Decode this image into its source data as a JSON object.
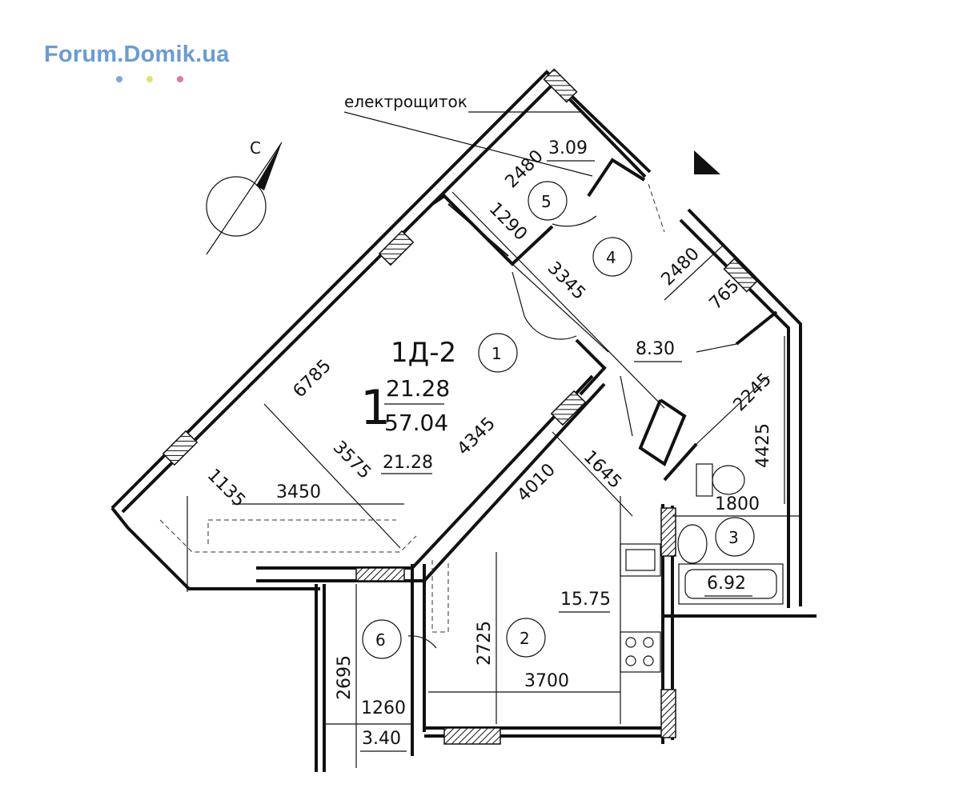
{
  "logo": {
    "text": "Forum.Domik.ua",
    "color": "#6b9bd2",
    "dot_colors": [
      "#7fa6d8",
      "#e3e36a",
      "#e07a9b"
    ]
  },
  "compass": {
    "letter": "С"
  },
  "annotation": {
    "panel": "електрощиток"
  },
  "apartment": {
    "code": "1Д-2",
    "rooms_count": "1",
    "living_area": "21.28",
    "total_area": "57.04"
  },
  "rooms": [
    {
      "number": "1",
      "area": "21.28"
    },
    {
      "number": "2",
      "area": "15.75"
    },
    {
      "number": "3",
      "area": "6.92"
    },
    {
      "number": "4",
      "area": "8.30"
    },
    {
      "number": "5",
      "area": "3.09"
    },
    {
      "number": "6",
      "area": "3.40"
    }
  ],
  "dimensions": [
    "2480",
    "1290",
    "3345",
    "2480",
    "765",
    "2245",
    "4425",
    "1800",
    "6785",
    "3575",
    "4345",
    "1135",
    "3450",
    "4010",
    "1645",
    "2725",
    "3700",
    "2695",
    "1260"
  ]
}
